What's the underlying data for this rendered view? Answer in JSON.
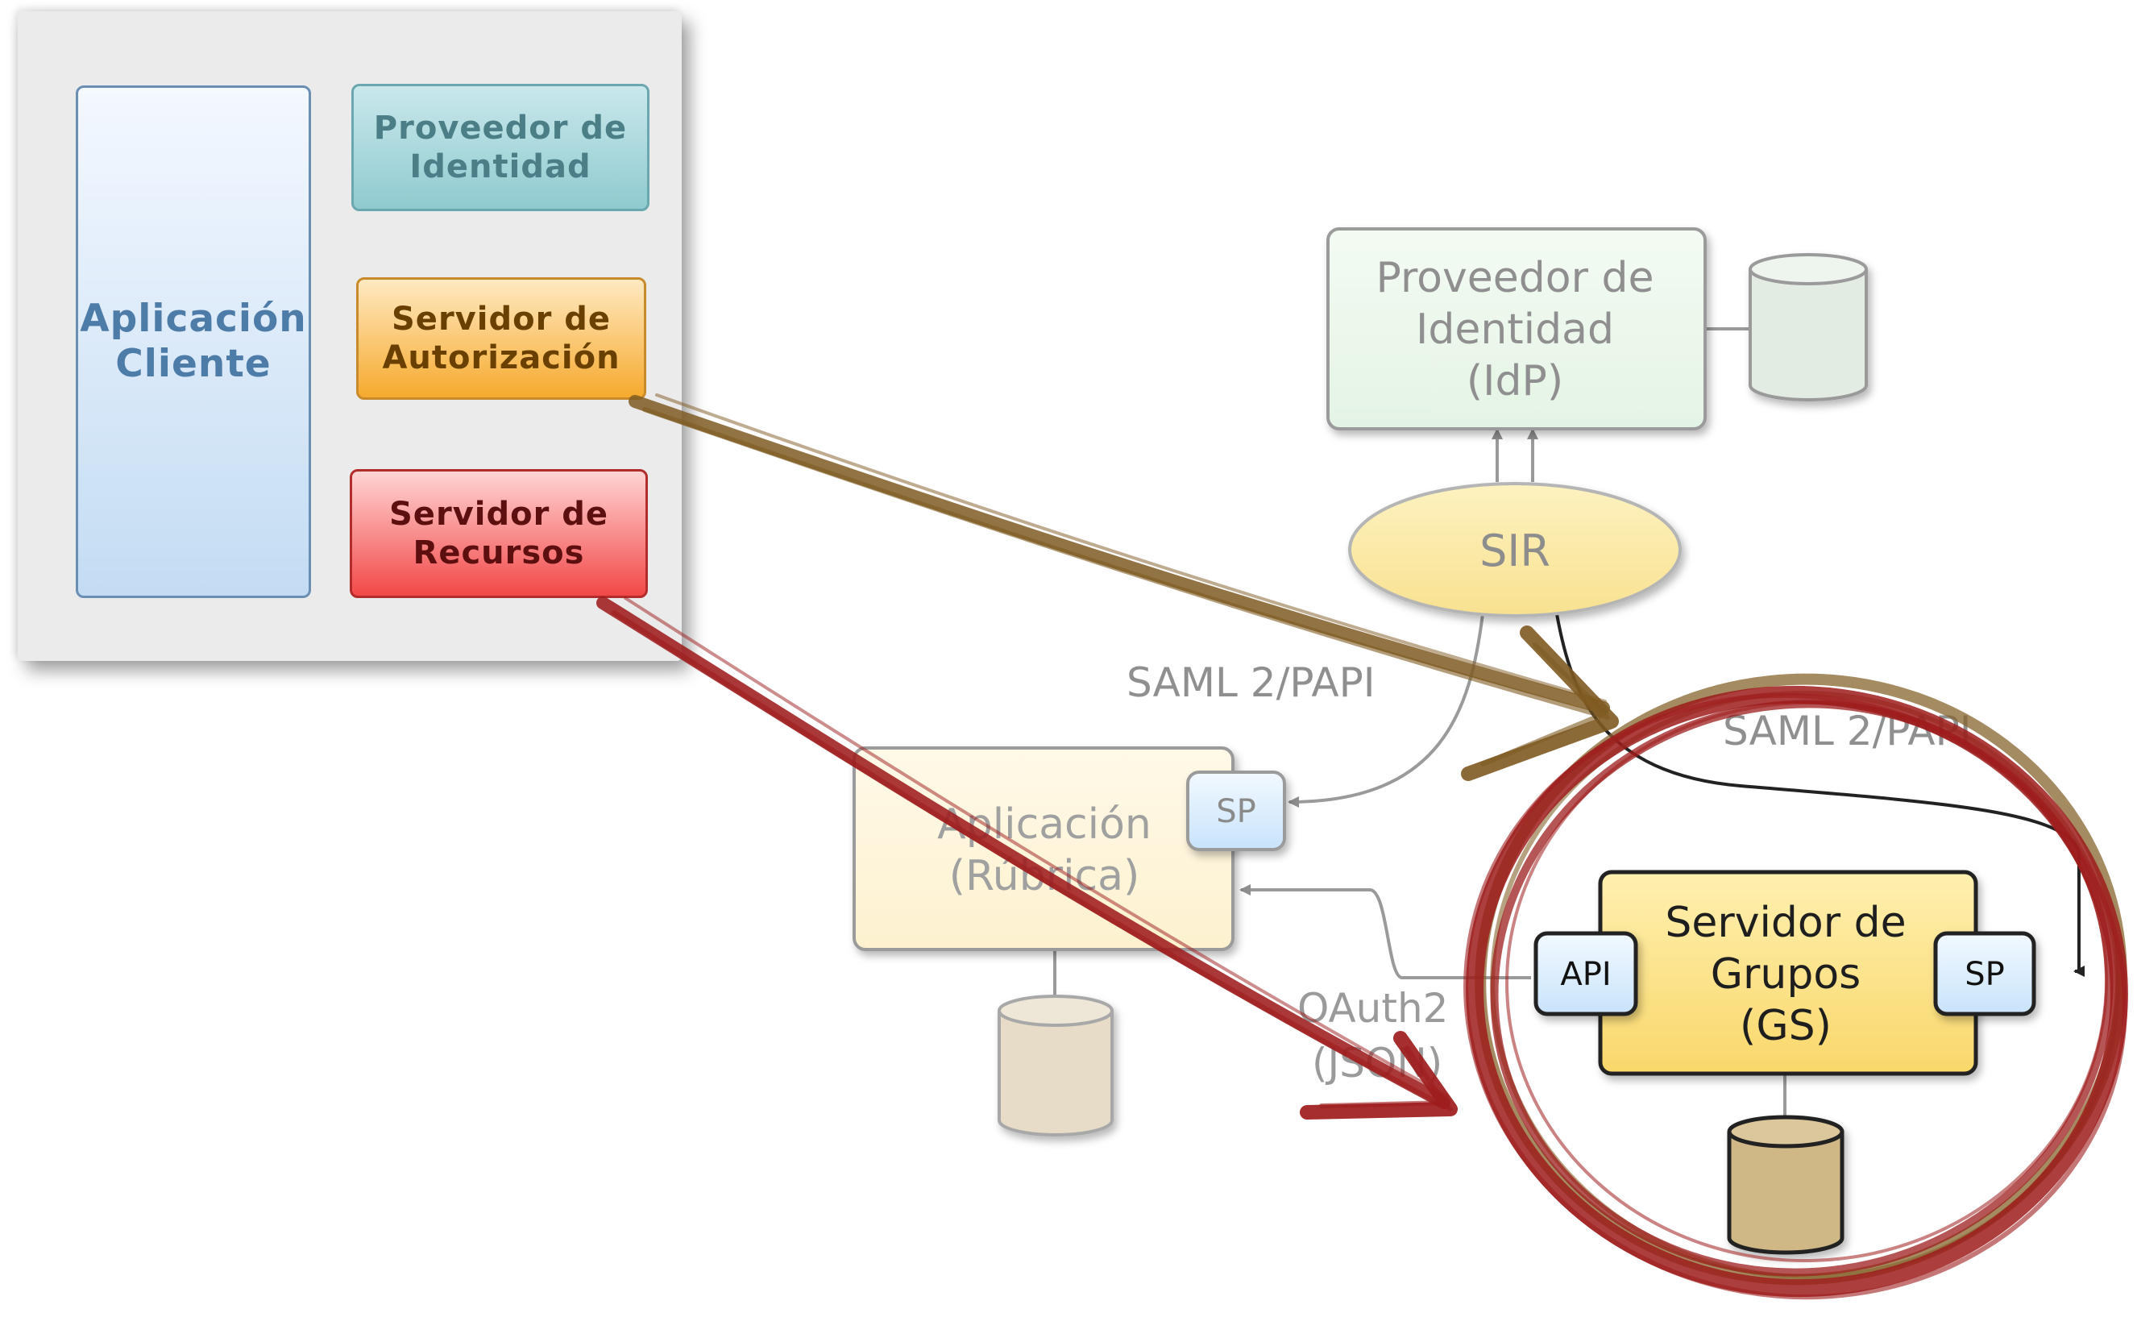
{
  "legend": {
    "client_label": "Aplicación\nCliente",
    "idp_label": "Proveedor de\nIdentidad",
    "authz_label": "Servidor de\nAutorización",
    "resource_label": "Servidor de\nRecursos"
  },
  "diagram": {
    "idp_lines": [
      "Proveedor de",
      "Identidad",
      "(IdP)"
    ],
    "sir_label": "SIR",
    "saml_left_label": "SAML 2/PAPI",
    "saml_right_label": "SAML 2/PAPI",
    "app_lines": [
      "Aplicación",
      "(Rúbrica)"
    ],
    "sp_label": "SP",
    "oauth_lines": [
      "OAuth2",
      "(JSON)"
    ],
    "gs_lines": [
      "Servidor de",
      "Grupos",
      "(GS)"
    ],
    "api_label": "API",
    "gs_sp_label": "SP"
  },
  "colors": {
    "brown_arrow": "#7f5a22",
    "red_arrow": "#9e1c1c",
    "circle_red": "#9e1c1c",
    "circle_brown": "#86642c"
  }
}
